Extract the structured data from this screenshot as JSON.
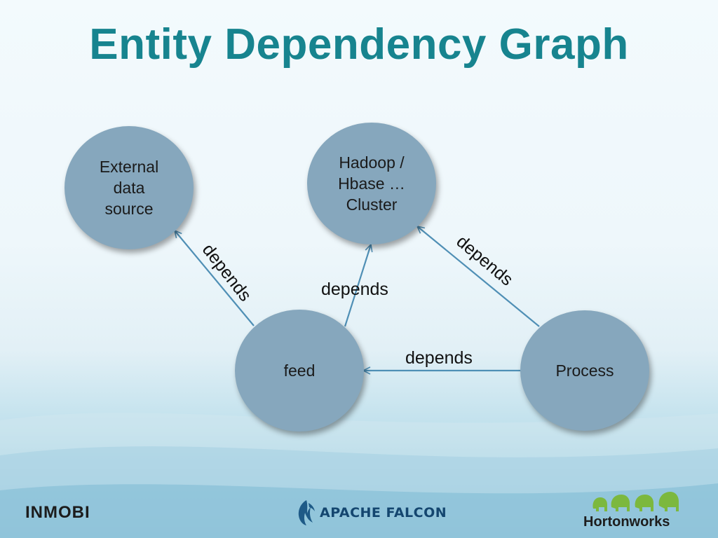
{
  "title": "Entity Dependency Graph",
  "nodes": {
    "external": [
      "External",
      "data",
      "source"
    ],
    "cluster": [
      "Hadoop /",
      "Hbase …",
      "Cluster"
    ],
    "feed": [
      "feed"
    ],
    "process": [
      "Process"
    ]
  },
  "edges": [
    {
      "from": "feed",
      "to": "external",
      "label": "depends"
    },
    {
      "from": "feed",
      "to": "cluster",
      "label": "depends"
    },
    {
      "from": "process",
      "to": "cluster",
      "label": "depends"
    },
    {
      "from": "process",
      "to": "feed",
      "label": "depends"
    }
  ],
  "logos": {
    "inmobi": "INMOBI",
    "falcon": "APACHE FALCON",
    "hortonworks": "Hortonworks"
  },
  "colors": {
    "title": "#17848f",
    "node_fill": "#86a7bd",
    "arrow": "#4f8fb5"
  }
}
